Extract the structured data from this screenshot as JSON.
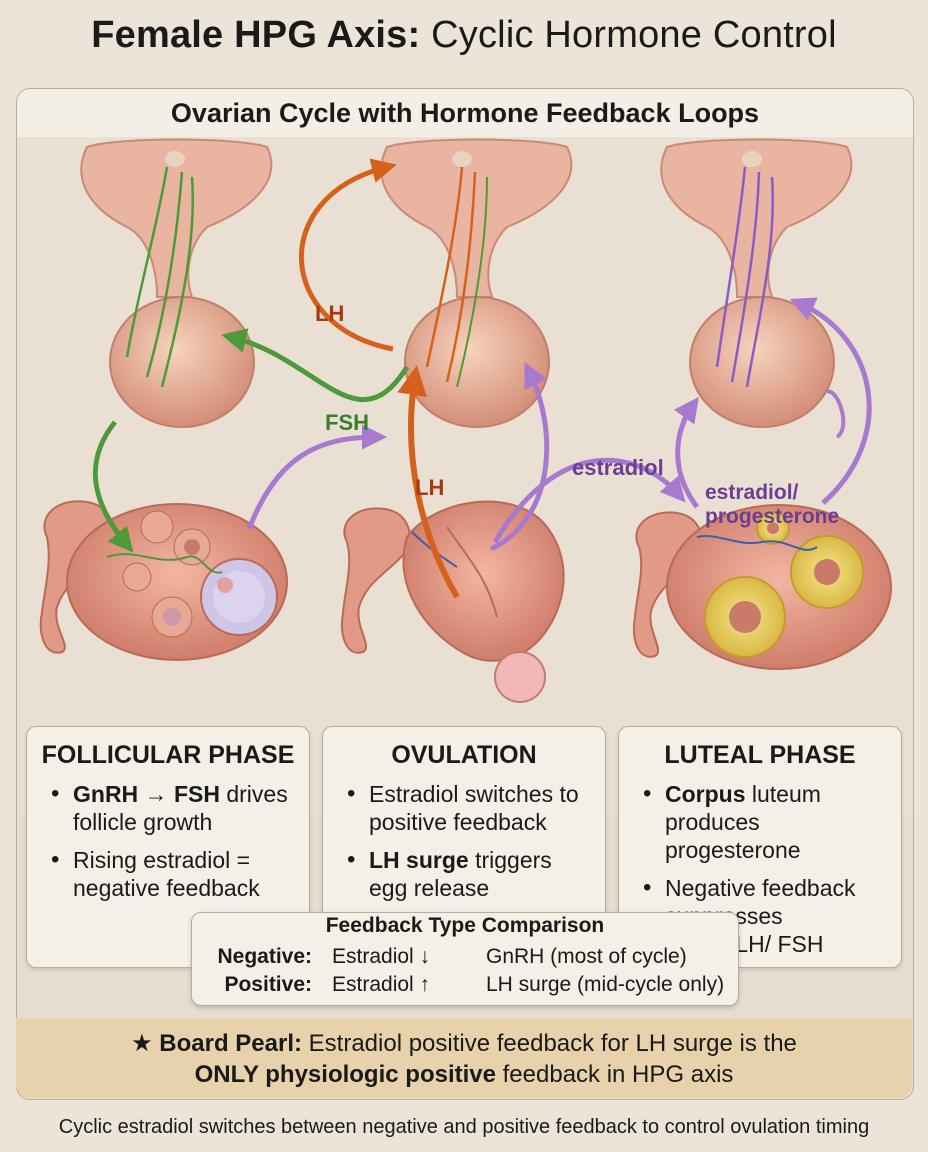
{
  "title": {
    "bold": "Female HPG Axis:",
    "light": " Cyclic Hormone Control"
  },
  "panel_header": "Ovarian Cycle with Hormone Feedback Loops",
  "arrow_labels": {
    "lh_top": "LH",
    "fsh": "FSH",
    "lh_mid": "LH",
    "estradiol": "estradiol",
    "estradiol_prog_1": "estradiol/",
    "estradiol_prog_2": "progesterone"
  },
  "phases": [
    {
      "title": "FOLLICULAR PHASE",
      "bullets": [
        {
          "bold": "GnRH → FSH",
          "text": " drives follicle growth"
        },
        {
          "bold": "",
          "text": "Rising estradiol = negative feedback"
        }
      ]
    },
    {
      "title": "OVULATION",
      "bullets": [
        {
          "bold": "",
          "text": "Estradiol switches to positive feedback"
        },
        {
          "bold": "LH surge",
          "text": " triggers egg release"
        }
      ]
    },
    {
      "title": "LUTEAL PHASE",
      "bullets": [
        {
          "bold": "Corpus",
          "text": " luteum produces progesterone"
        },
        {
          "bold": "",
          "text": "Negative feedback suppresses GnRH/LH/ FSH"
        }
      ]
    }
  ],
  "comparison": {
    "title": "Feedback Type Comparison",
    "rows": [
      {
        "label": "Negative:",
        "hormone": "Estradiol ↓",
        "effect": "GnRH (most of cycle)"
      },
      {
        "label": "Positive:",
        "hormone": "Estradiol ↑",
        "effect": "LH surge (mid-cycle only)"
      }
    ]
  },
  "pearl": {
    "star": "★",
    "label": "Board Pearl:",
    "text1": " Estradiol positive feedback for LH surge is the",
    "bold2": "ONLY physiologic positive",
    "text2": " feedback in HPG axis"
  },
  "footer": "Cyclic estradiol switches between negative and positive feedback to control ovulation timing",
  "colors": {
    "green_arrow": "#4e9a3a",
    "orange_arrow": "#d4621c",
    "purple_arrow": "#a779cf",
    "tissue_pink": "#e8a690",
    "corpus_yellow": "#e6cf5a",
    "pearl_bg": "#e8d2ac"
  }
}
